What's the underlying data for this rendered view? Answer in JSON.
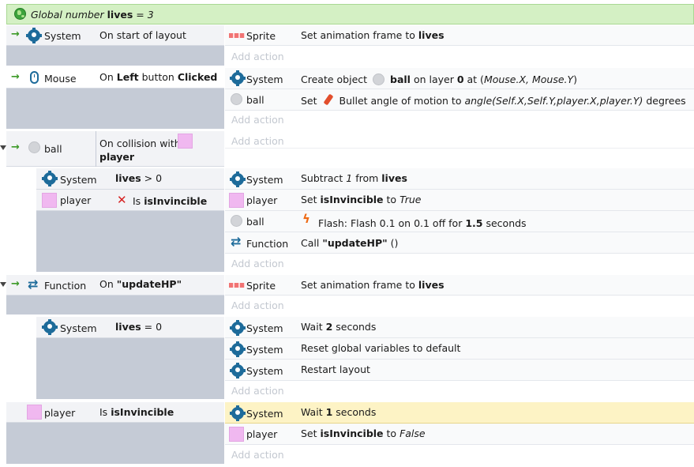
{
  "global_var": {
    "prefix": "Global number",
    "name": "lives",
    "op": "=",
    "value": "3"
  },
  "e1": {
    "obj": "System",
    "cond": "On start of layout",
    "a1_obj": "Sprite",
    "a1_text": "Set animation frame to",
    "a1_bold": "lives",
    "add": "Add action"
  },
  "e2": {
    "obj": "Mouse",
    "cond_pre": "On",
    "cond_b1": "Left",
    "cond_mid": "button",
    "cond_b2": "Clicked",
    "a1_obj": "System",
    "a1_pre": "Create object",
    "a1_b1": "ball",
    "a1_mid": "on layer",
    "a1_b2": "0",
    "a1_at": "at (",
    "a1_i": "Mouse.X, Mouse.Y",
    "a1_end": ")",
    "a2_obj": "ball",
    "a2_pre": "Set",
    "a2_mid": "Bullet angle of motion to",
    "a2_i": "angle(Self.X,Self.Y,player.X,player.Y)",
    "a2_end": "degrees",
    "add": "Add action"
  },
  "e3": {
    "obj": "ball",
    "cond_pre": "On collision with",
    "cond_b": "player",
    "add": "Add action"
  },
  "e4": {
    "c1_obj": "System",
    "c1_b": "lives",
    "c1_rest": "> 0",
    "c2_obj": "player",
    "c2_pre": "Is",
    "c2_b": "isInvincible",
    "a1_obj": "System",
    "a1_pre": "Subtract",
    "a1_i": "1",
    "a1_mid": "from",
    "a1_b": "lives",
    "a2_obj": "player",
    "a2_pre": "Set",
    "a2_b": "isInvincible",
    "a2_mid": "to",
    "a2_i": "True",
    "a3_obj": "ball",
    "a3_pre": "Flash: Flash 0.1 on 0.1 off for",
    "a3_b": "1.5",
    "a3_end": "seconds",
    "a4_obj": "Function",
    "a4_pre": "Call",
    "a4_b": "\"updateHP\"",
    "a4_end": "()",
    "add": "Add action"
  },
  "e5": {
    "obj": "Function",
    "cond_pre": "On",
    "cond_b": "\"updateHP\"",
    "a1_obj": "Sprite",
    "a1_text": "Set animation frame to",
    "a1_bold": "lives",
    "add": "Add action"
  },
  "e6": {
    "c1_obj": "System",
    "c1_b": "lives",
    "c1_rest": "= 0",
    "a1_obj": "System",
    "a1_pre": "Wait",
    "a1_b": "2",
    "a1_end": "seconds",
    "a2_obj": "System",
    "a2_text": "Reset global variables to default",
    "a3_obj": "System",
    "a3_text": "Restart layout",
    "add": "Add action"
  },
  "e7": {
    "obj": "player",
    "cond_pre": "Is",
    "cond_b": "isInvincible",
    "a1_obj": "System",
    "a1_pre": "Wait",
    "a1_b": "1",
    "a1_end": "seconds",
    "a2_obj": "player",
    "a2_pre": "Set",
    "a2_b": "isInvincible",
    "a2_mid": "to",
    "a2_i": "False",
    "add": "Add action"
  }
}
